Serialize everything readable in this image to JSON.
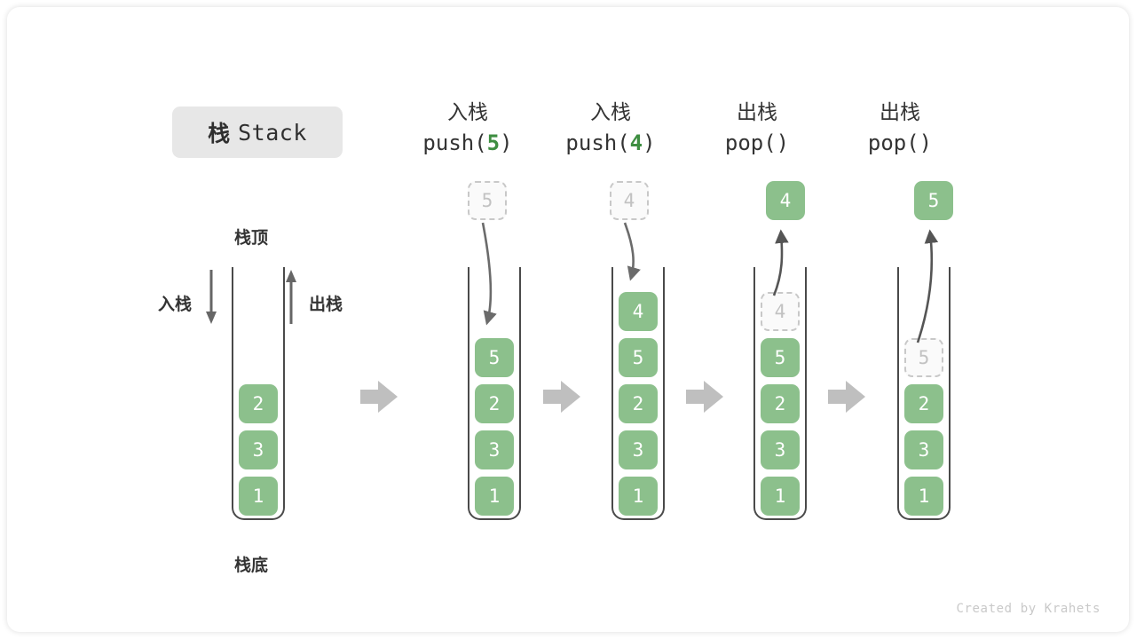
{
  "title": {
    "cn": "栈",
    "en": "Stack"
  },
  "labels": {
    "top": "栈顶",
    "bottom": "栈底",
    "push": "入栈",
    "pop": "出栈"
  },
  "colors": {
    "element_green": "#8cc08c",
    "code_accent": "#3e8e41",
    "ghost_border": "#c8c8c8",
    "ghost_text": "#c2c2c2",
    "container_stroke": "#4a4a4a",
    "arrow_gray": "#bfbfbf",
    "curve_gray": "#6b6b6b",
    "badge_bg": "#e7e7e7"
  },
  "stages": [
    {
      "id": "initial",
      "header_cn": "",
      "header_code": "",
      "header_code_arg": "",
      "stack": [
        "2",
        "3",
        "1"
      ],
      "floating": null,
      "ghost_in_stack": null
    },
    {
      "id": "push-5",
      "header_cn": "入栈",
      "header_code_prefix": "push(",
      "header_code_arg": "5",
      "header_code_suffix": ")",
      "stack": [
        "5",
        "2",
        "3",
        "1"
      ],
      "floating": {
        "value": "5",
        "style": "ghost"
      },
      "ghost_in_stack": null
    },
    {
      "id": "push-4",
      "header_cn": "入栈",
      "header_code_prefix": "push(",
      "header_code_arg": "4",
      "header_code_suffix": ")",
      "stack": [
        "4",
        "5",
        "2",
        "3",
        "1"
      ],
      "floating": {
        "value": "4",
        "style": "ghost"
      },
      "ghost_in_stack": null
    },
    {
      "id": "pop-1",
      "header_cn": "出栈",
      "header_code_prefix": "pop(",
      "header_code_arg": "",
      "header_code_suffix": ")",
      "stack": [
        "5",
        "2",
        "3",
        "1"
      ],
      "floating": {
        "value": "4",
        "style": "solid"
      },
      "ghost_in_stack": {
        "value": "4"
      }
    },
    {
      "id": "pop-2",
      "header_cn": "出栈",
      "header_code_prefix": "pop(",
      "header_code_arg": "",
      "header_code_suffix": ")",
      "stack": [
        "2",
        "3",
        "1"
      ],
      "floating": {
        "value": "5",
        "style": "solid"
      },
      "ghost_in_stack": {
        "value": "5"
      }
    }
  ],
  "separators": [
    "arrow-right",
    "arrow-right",
    "arrow-right",
    "arrow-right"
  ],
  "footer": {
    "credit": "Created by Krahets"
  }
}
